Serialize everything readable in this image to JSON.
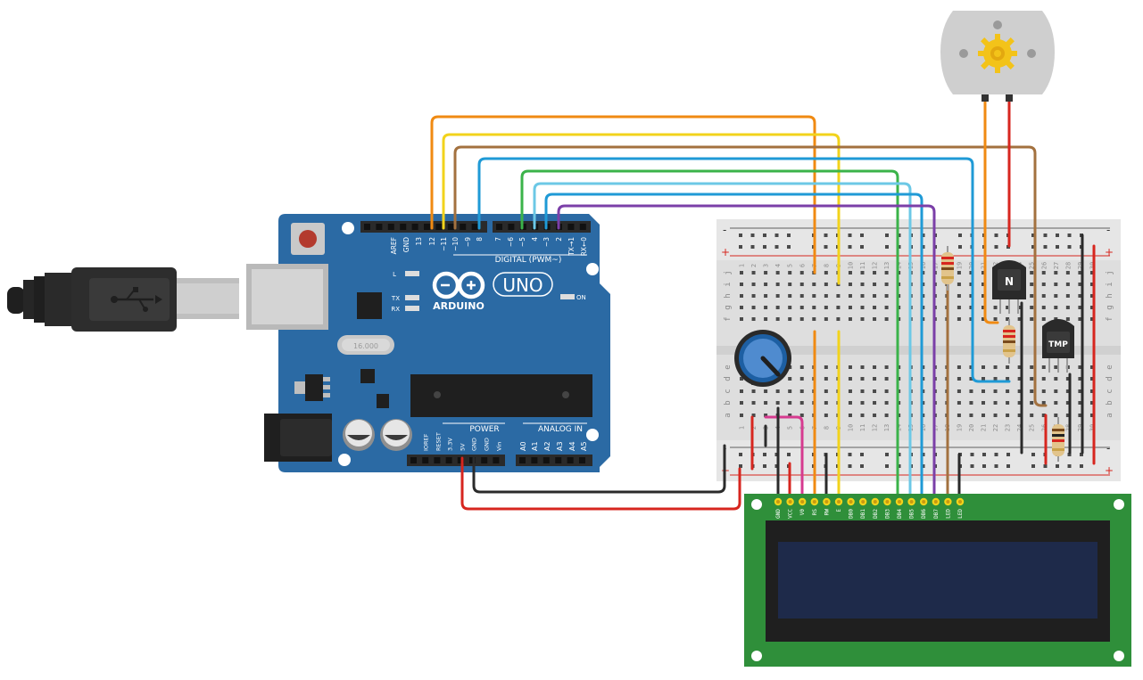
{
  "arduino": {
    "brand": "ARDUINO",
    "model": "UNO",
    "digital_label": "DIGITAL (PWM~)",
    "power_label": "POWER",
    "analog_label": "ANALOG IN",
    "on_label": "ON",
    "l_label": "L",
    "tx_label": "TX",
    "rx_label": "RX",
    "crystal_label": "16.000",
    "top_pins": [
      "AREF",
      "GND",
      "13",
      "12",
      "~11",
      "~10",
      "~9",
      "8",
      "7",
      "~6",
      "~5",
      "4",
      "~3",
      "2",
      "TX→1",
      "RX←0"
    ],
    "power_pins": [
      "IOREF",
      "RESET",
      "3.3V",
      "5V",
      "GND",
      "GND",
      "Vin"
    ],
    "analog_pins": [
      "A0",
      "A1",
      "A2",
      "A3",
      "A4",
      "A5"
    ],
    "color": "#2b6aa4"
  },
  "breadboard": {
    "rail_plus": "+",
    "rail_minus": "-",
    "row_letters_top": [
      "j",
      "i",
      "h",
      "g",
      "f"
    ],
    "row_letters_bottom": [
      "e",
      "d",
      "c",
      "b",
      "a"
    ],
    "column_numbers": [
      "1",
      "2",
      "3",
      "4",
      "5",
      "6",
      "7",
      "8",
      "9",
      "10",
      "11",
      "12",
      "13",
      "14",
      "15",
      "16",
      "17",
      "18",
      "19",
      "20",
      "21",
      "22",
      "23",
      "24",
      "25",
      "26",
      "27",
      "28",
      "29",
      "30"
    ]
  },
  "transistor": {
    "label": "N"
  },
  "temp_sensor": {
    "label": "TMP"
  },
  "lcd": {
    "pins": [
      "GND",
      "VCC",
      "V0",
      "RS",
      "RW",
      "E",
      "DB0",
      "DB1",
      "DB2",
      "DB3",
      "DB4",
      "DB5",
      "DB6",
      "DB7",
      "LED",
      "LED"
    ],
    "board_color": "#2f8f3a",
    "screen_color": "#1e2a4a"
  },
  "wire_colors": {
    "orange": "#f08a12",
    "yellow": "#f2d31b",
    "brown": "#a3713f",
    "blue": "#1f9ad6",
    "green": "#3bb34a",
    "light_blue": "#6cc8e6",
    "purple": "#7b3fa8",
    "red": "#d7261f",
    "black": "#2b2b2b",
    "pink": "#d63a8f"
  }
}
